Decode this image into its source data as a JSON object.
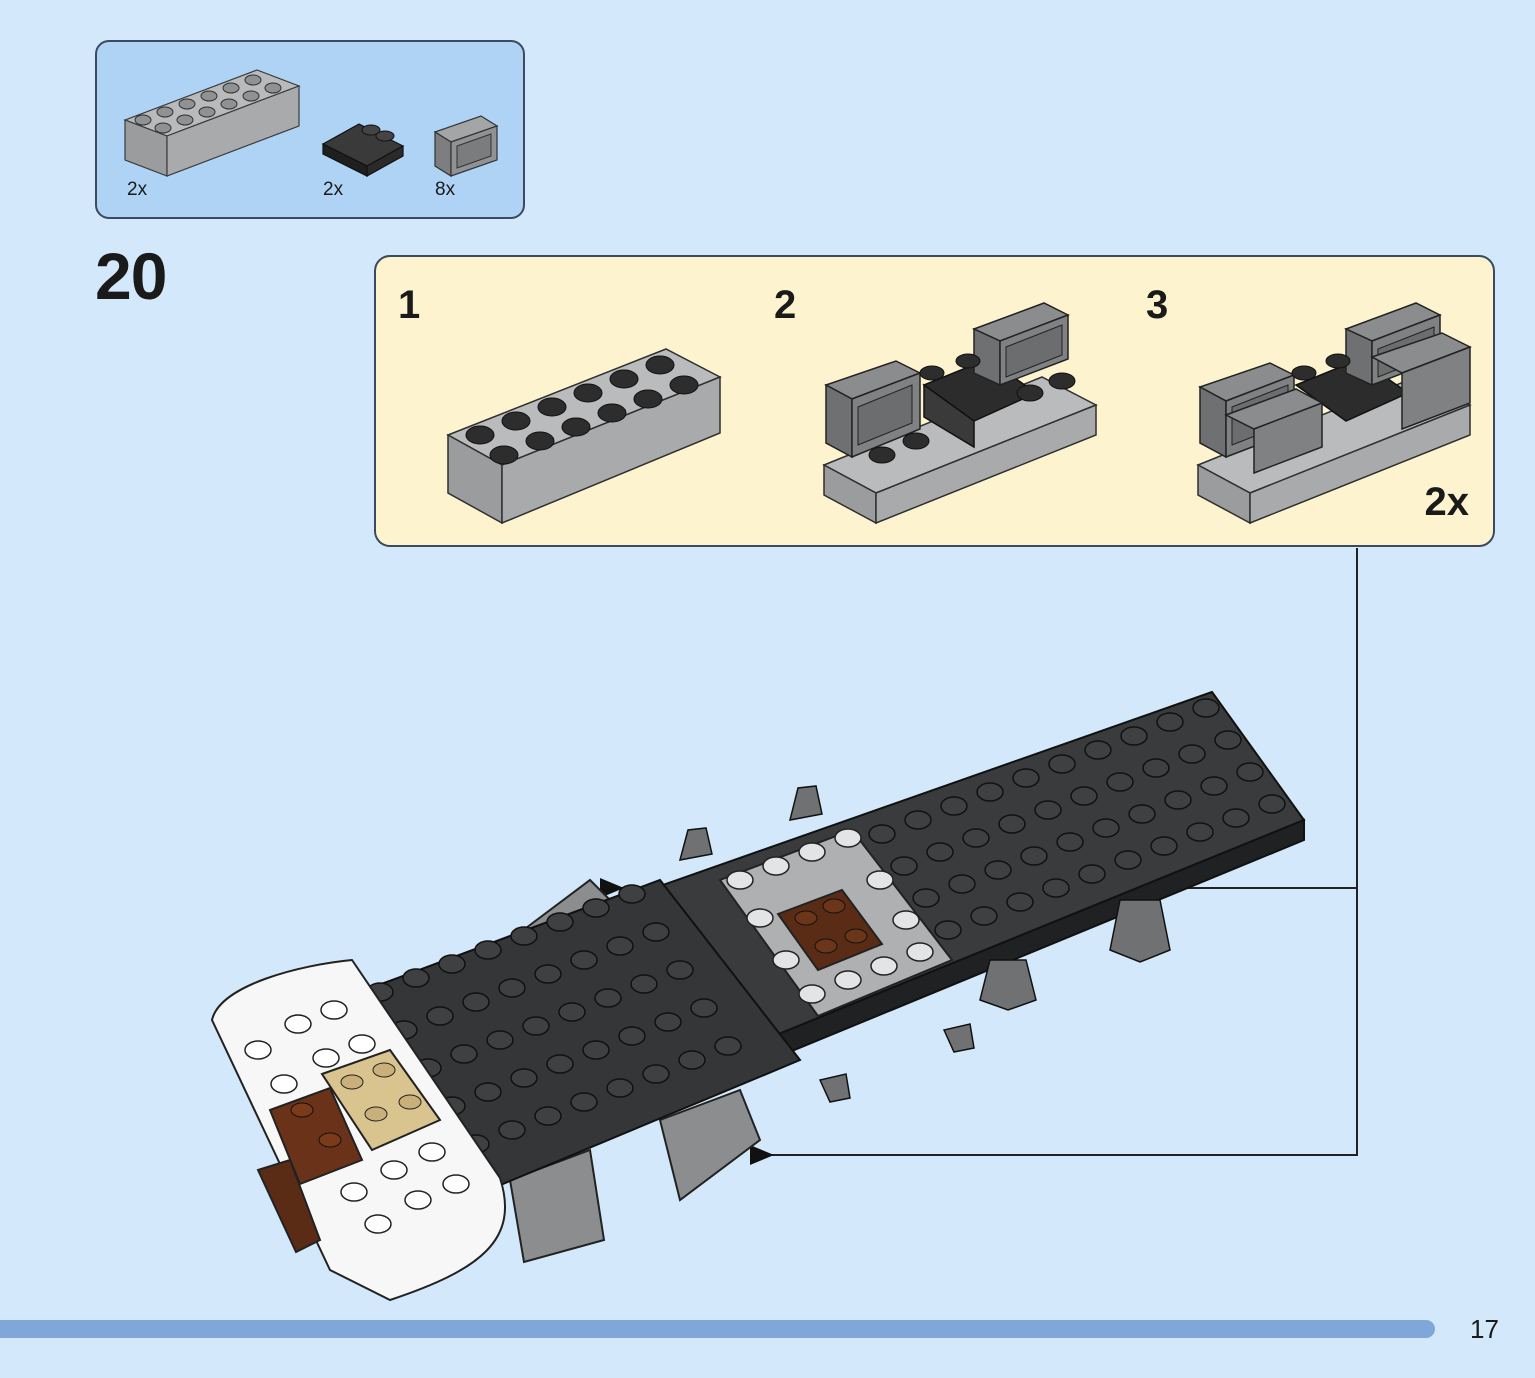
{
  "parts_list": {
    "items": [
      {
        "icon": "brick-2x6-icon",
        "quantity": "2x",
        "color": "#a4a6a8"
      },
      {
        "icon": "slope-with-stud-icon",
        "quantity": "2x",
        "color": "#2b2b2b"
      },
      {
        "icon": "panel-corner-icon",
        "quantity": "8x",
        "color": "#8d8f91"
      }
    ]
  },
  "step": {
    "number": "20",
    "substeps": [
      {
        "label": "1"
      },
      {
        "label": "2"
      },
      {
        "label": "3"
      }
    ],
    "multiplier": "2x"
  },
  "colors": {
    "background": "#d3e9fb",
    "parts_box": "#aed3f5",
    "substep_box": "#fdf4cf",
    "progress": "#7fa8d8"
  },
  "progress": {
    "page": "17"
  }
}
